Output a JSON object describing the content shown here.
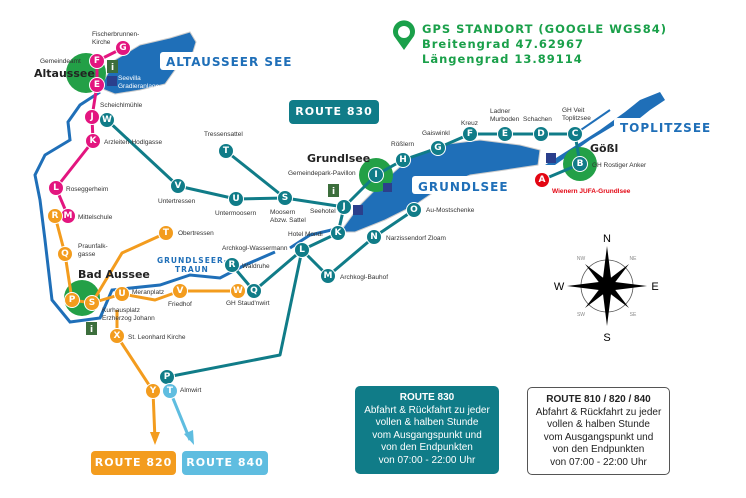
{
  "gps": {
    "line1": "GPS STANDORT (GOOGLE WGS84)",
    "line2": "Breitengrad 47.62967",
    "line3": "Längengrad 13.89114",
    "icon": "map-pin-icon"
  },
  "lakes": {
    "altausseer": "ALTAUSSEER SEE",
    "grundlsee": "GRUNDLSEE",
    "toplitzsee": "TOPLITZSEE",
    "traun_1": "GRUNDLSEER-",
    "traun_2": "TRAUN"
  },
  "towns": {
    "altaussee": "Altaussee",
    "grundlsee": "Grundlsee",
    "goessl": "Gößl",
    "bad_aussee": "Bad Aussee"
  },
  "colors": {
    "route830": "#107c88",
    "route810": "#e3157f",
    "route820": "#f39c1e",
    "route840": "#5fbde0",
    "water": "#1f6fb8",
    "town": "#23a047",
    "start": "#e30613"
  },
  "route830_badge": "ROUTE 830",
  "route820_badge": "ROUTE 820",
  "route840_badge": "ROUTE 840",
  "stops": {
    "pink": [
      {
        "letter": "G",
        "name": "Fischerbrunnen-",
        "name2": "Kirche"
      },
      {
        "letter": "F",
        "name": "Gemeindeamt"
      },
      {
        "letter": "E",
        "name": "Seevilla",
        "name2": "Gradieranlage"
      },
      {
        "letter": "J",
        "name": "Scheichlmühle"
      },
      {
        "letter": "K",
        "name": "Arzleiten-Hodlgasse"
      },
      {
        "letter": "L",
        "name": "Roseggerheim"
      },
      {
        "letter": "M",
        "name": "Mittelschule"
      }
    ],
    "orange": [
      {
        "letter": "R"
      },
      {
        "letter": "Q",
        "name": "Praunfalk-",
        "name2": "gasse"
      },
      {
        "letter": "P"
      },
      {
        "letter": "S",
        "name": "Kurhausplatz",
        "name2": "Erzherzog Johann"
      },
      {
        "letter": "T",
        "name": "Obertressen"
      },
      {
        "letter": "U",
        "name": "Meranplatz"
      },
      {
        "letter": "V",
        "name": "Friedhof"
      },
      {
        "letter": "W",
        "name": "GH Staud'nwirt"
      },
      {
        "letter": "X",
        "name": "St. Leonhard Kirche"
      },
      {
        "letter": "Y"
      }
    ],
    "teal": [
      {
        "letter": "W"
      },
      {
        "letter": "V",
        "name": "Untertressen"
      },
      {
        "letter": "U",
        "name": "Untermoosern"
      },
      {
        "letter": "T",
        "name": "Tressensattel"
      },
      {
        "letter": "S",
        "name": "Moosern",
        "name2": "Abzw. Sattel"
      },
      {
        "letter": "J",
        "name": "Seehotel"
      },
      {
        "letter": "I",
        "name": "Gemeindepark-Pavillon"
      },
      {
        "letter": "H",
        "name": "Rößlern"
      },
      {
        "letter": "G",
        "name": "Gaiswinkl"
      },
      {
        "letter": "F",
        "name": "Kreuz"
      },
      {
        "letter": "E",
        "name": "Ladner",
        "name2": "Murboden"
      },
      {
        "letter": "D",
        "name": "Schachen"
      },
      {
        "letter": "C",
        "name": "GH Veit",
        "name2": "Toplitzsee"
      },
      {
        "letter": "B",
        "name": "GH Rostiger Anker"
      },
      {
        "letter": "K",
        "name": "Hotel Mondi"
      },
      {
        "letter": "L",
        "name": "Archkogl-Wassermann"
      },
      {
        "letter": "M",
        "name": "Archkogl-Bauhof"
      },
      {
        "letter": "N",
        "name": "Narzissendorf Zloam"
      },
      {
        "letter": "O",
        "name": "Au-Mostschenke"
      },
      {
        "letter": "R",
        "name": "Waldruhe"
      },
      {
        "letter": "Q"
      },
      {
        "letter": "P"
      }
    ],
    "red": [
      {
        "letter": "A",
        "name": "Wienern JUFA-Grundlsee"
      }
    ],
    "lightblue": [
      {
        "letter": "T",
        "name": "Almwirt"
      }
    ]
  },
  "compass": {
    "n": "N",
    "s": "S",
    "e": "E",
    "w": "W",
    "ne": "NE",
    "nw": "NW",
    "se": "SE",
    "sw": "SW"
  },
  "info830": {
    "title": "ROUTE 830",
    "lines": [
      "Abfahrt & Rückfahrt zu jeder",
      "vollen & halben Stunde",
      "vom Ausgangspunkt und",
      "von den Endpunkten",
      "von 07:00 - 22:00 Uhr"
    ]
  },
  "info810": {
    "title": "ROUTE 810 / 820 / 840",
    "lines": [
      "Abfahrt & Rückfahrt zu jeder",
      "vollen & halben Stunde",
      "vom Ausgangspunkt und",
      "von den Endpunkten",
      "von 07:00 - 22:00 Uhr"
    ]
  }
}
